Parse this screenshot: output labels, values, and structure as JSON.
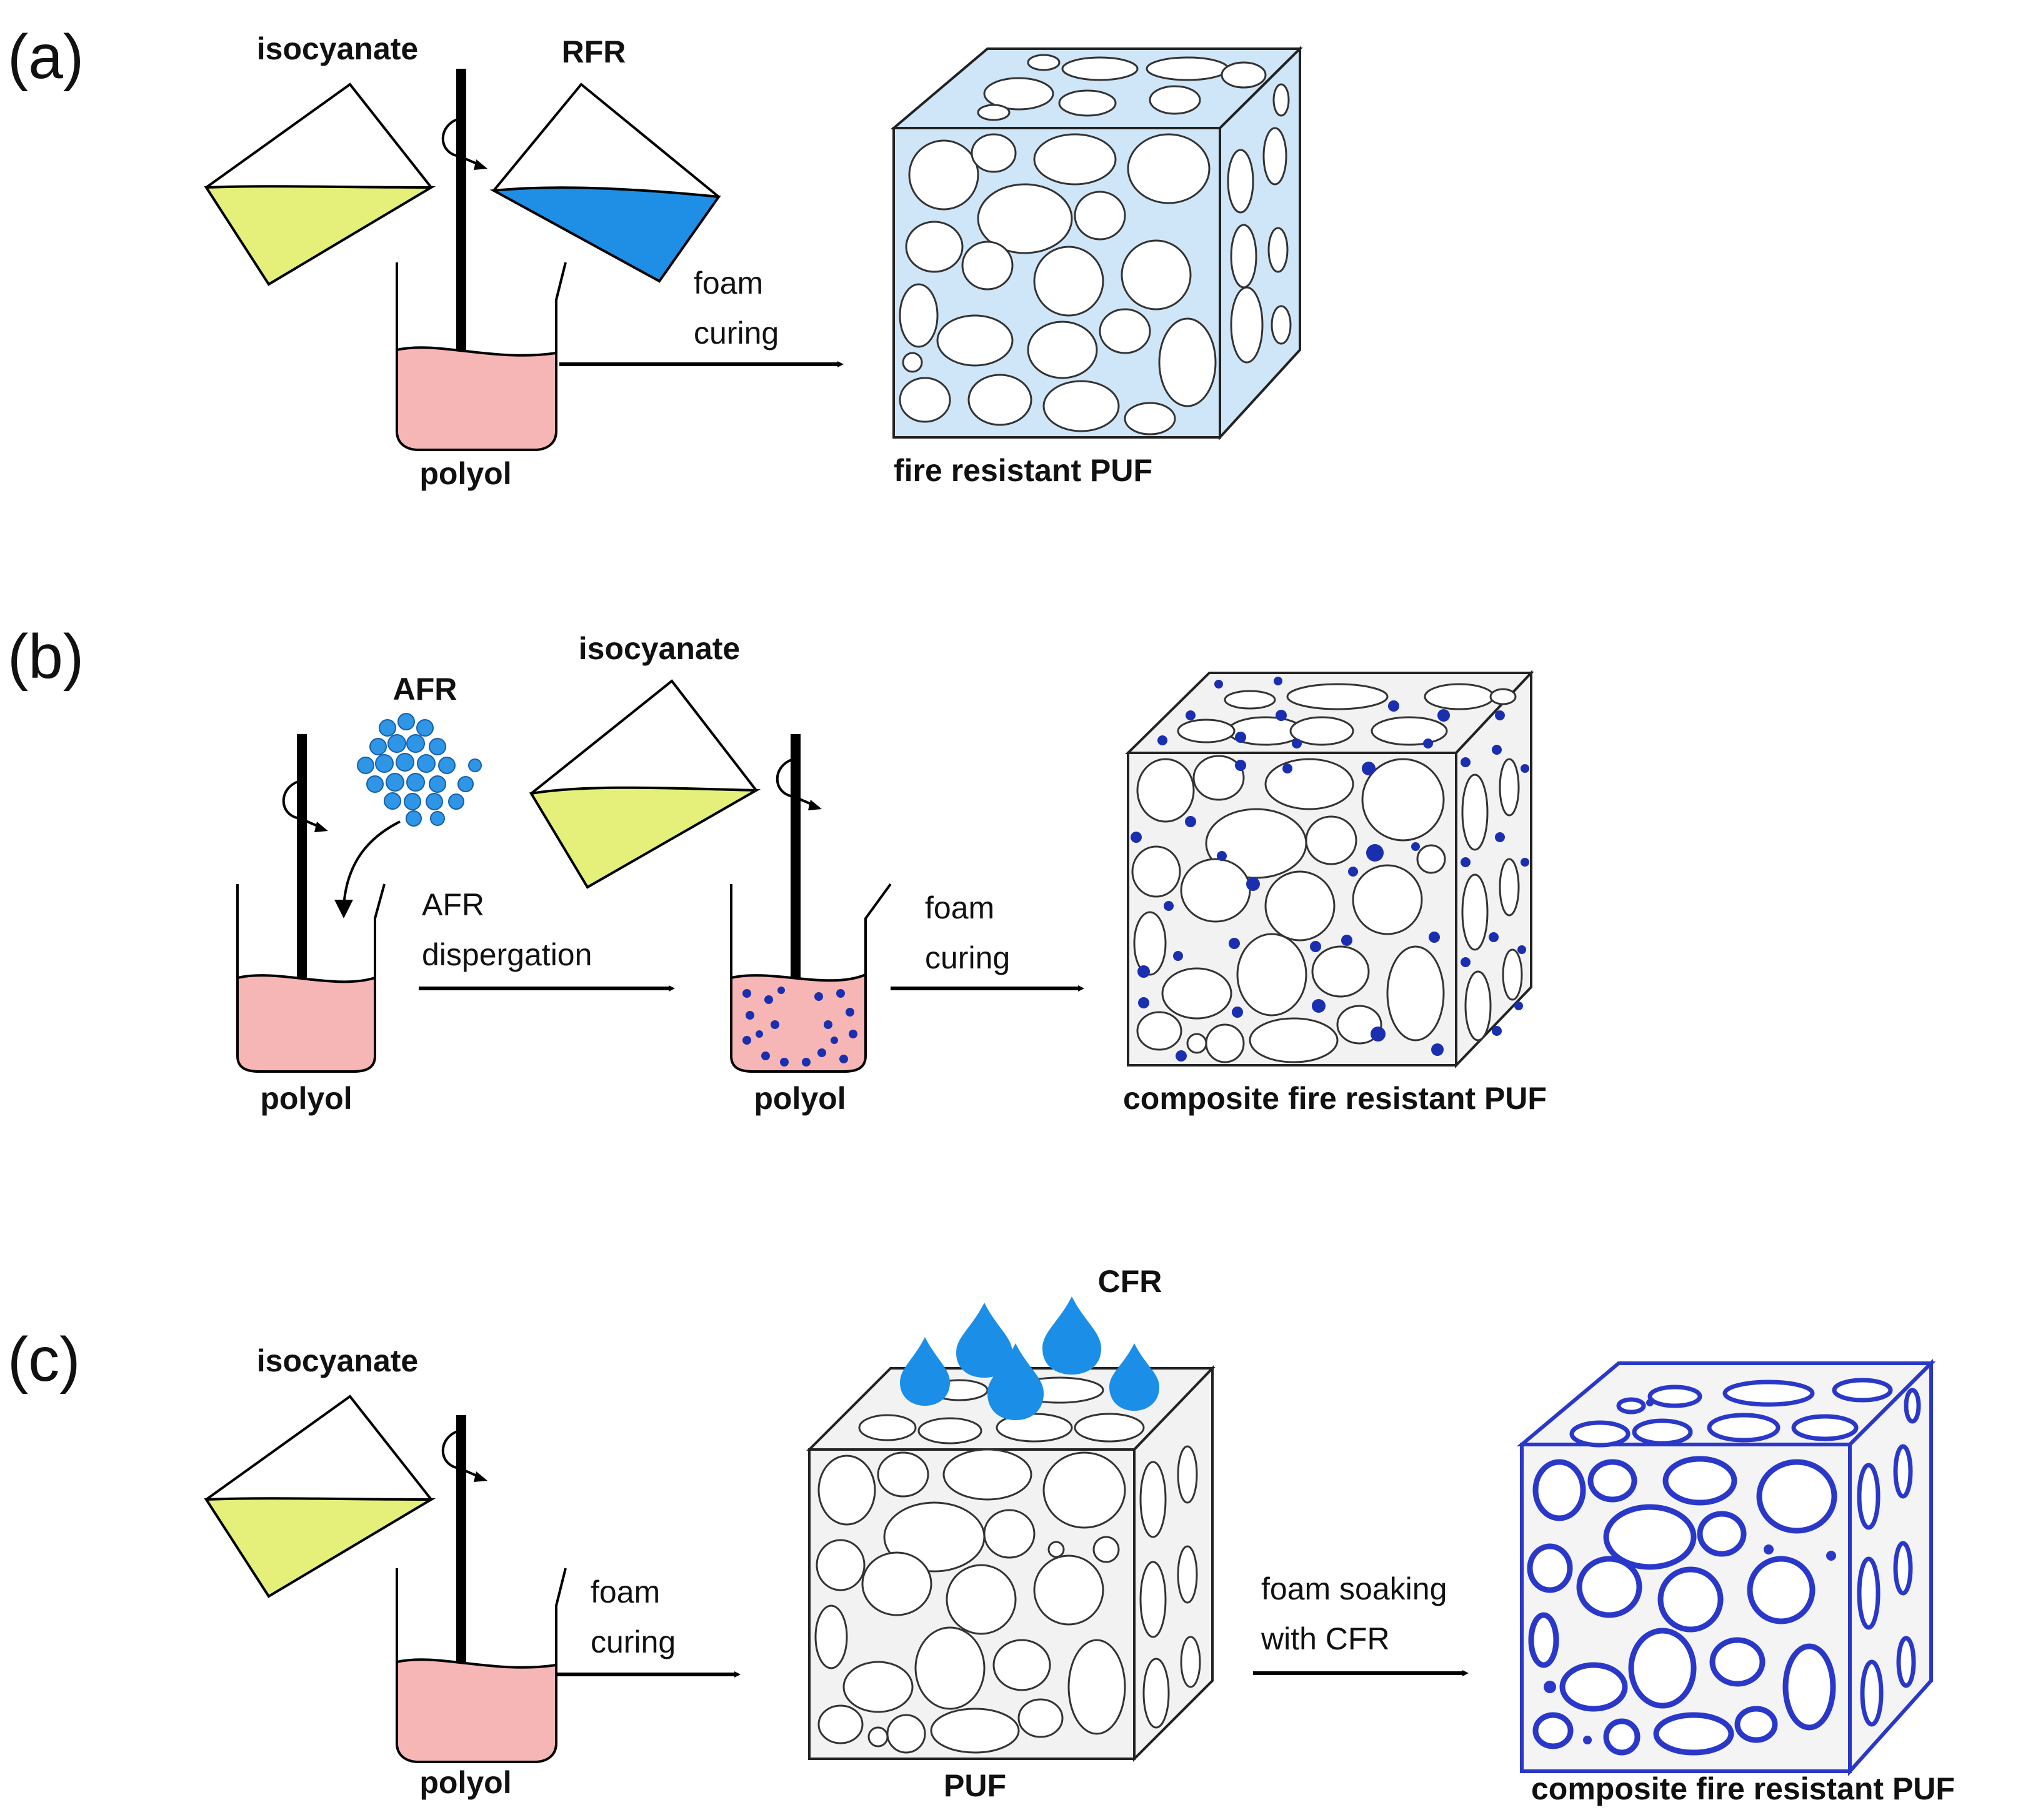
{
  "panels": {
    "a": {
      "tag": "(a)",
      "isocyanate": "isocyanate",
      "rfr": "RFR",
      "polyol": "polyol",
      "step_line1": "foam",
      "step_line2": "curing",
      "product": "fire resistant PUF"
    },
    "b": {
      "tag": "(b)",
      "afr": "AFR",
      "isocyanate": "isocyanate",
      "polyol_1": "polyol",
      "polyol_2": "polyol",
      "step1_line1": "AFR",
      "step1_line2": "dispergation",
      "step2_line1": "foam",
      "step2_line2": "curing",
      "product": "composite fire  resistant PUF"
    },
    "c": {
      "tag": "(c)",
      "isocyanate": "isocyanate",
      "polyol": "polyol",
      "step1_line1": "foam",
      "step1_line2": "curing",
      "cfr": "CFR",
      "intermediate": "PUF",
      "step2_line1": "foam soaking",
      "step2_line2": "with CFR",
      "product": "composite fire resistant PUF"
    }
  },
  "colors": {
    "isocyanate_liquid": "#e4f07a",
    "rfr_liquid": "#1f8fe6",
    "polyol_liquid": "#f7b6b6",
    "afr_particles": "#2f95e6",
    "cube_a_fill": "#cfe6f8",
    "cube_grey_fill": "#f2f2f2",
    "particle_dark": "#1a2fb0",
    "cfr_drop": "#1b8ee8",
    "cube_c_outline": "#2a38c9"
  }
}
